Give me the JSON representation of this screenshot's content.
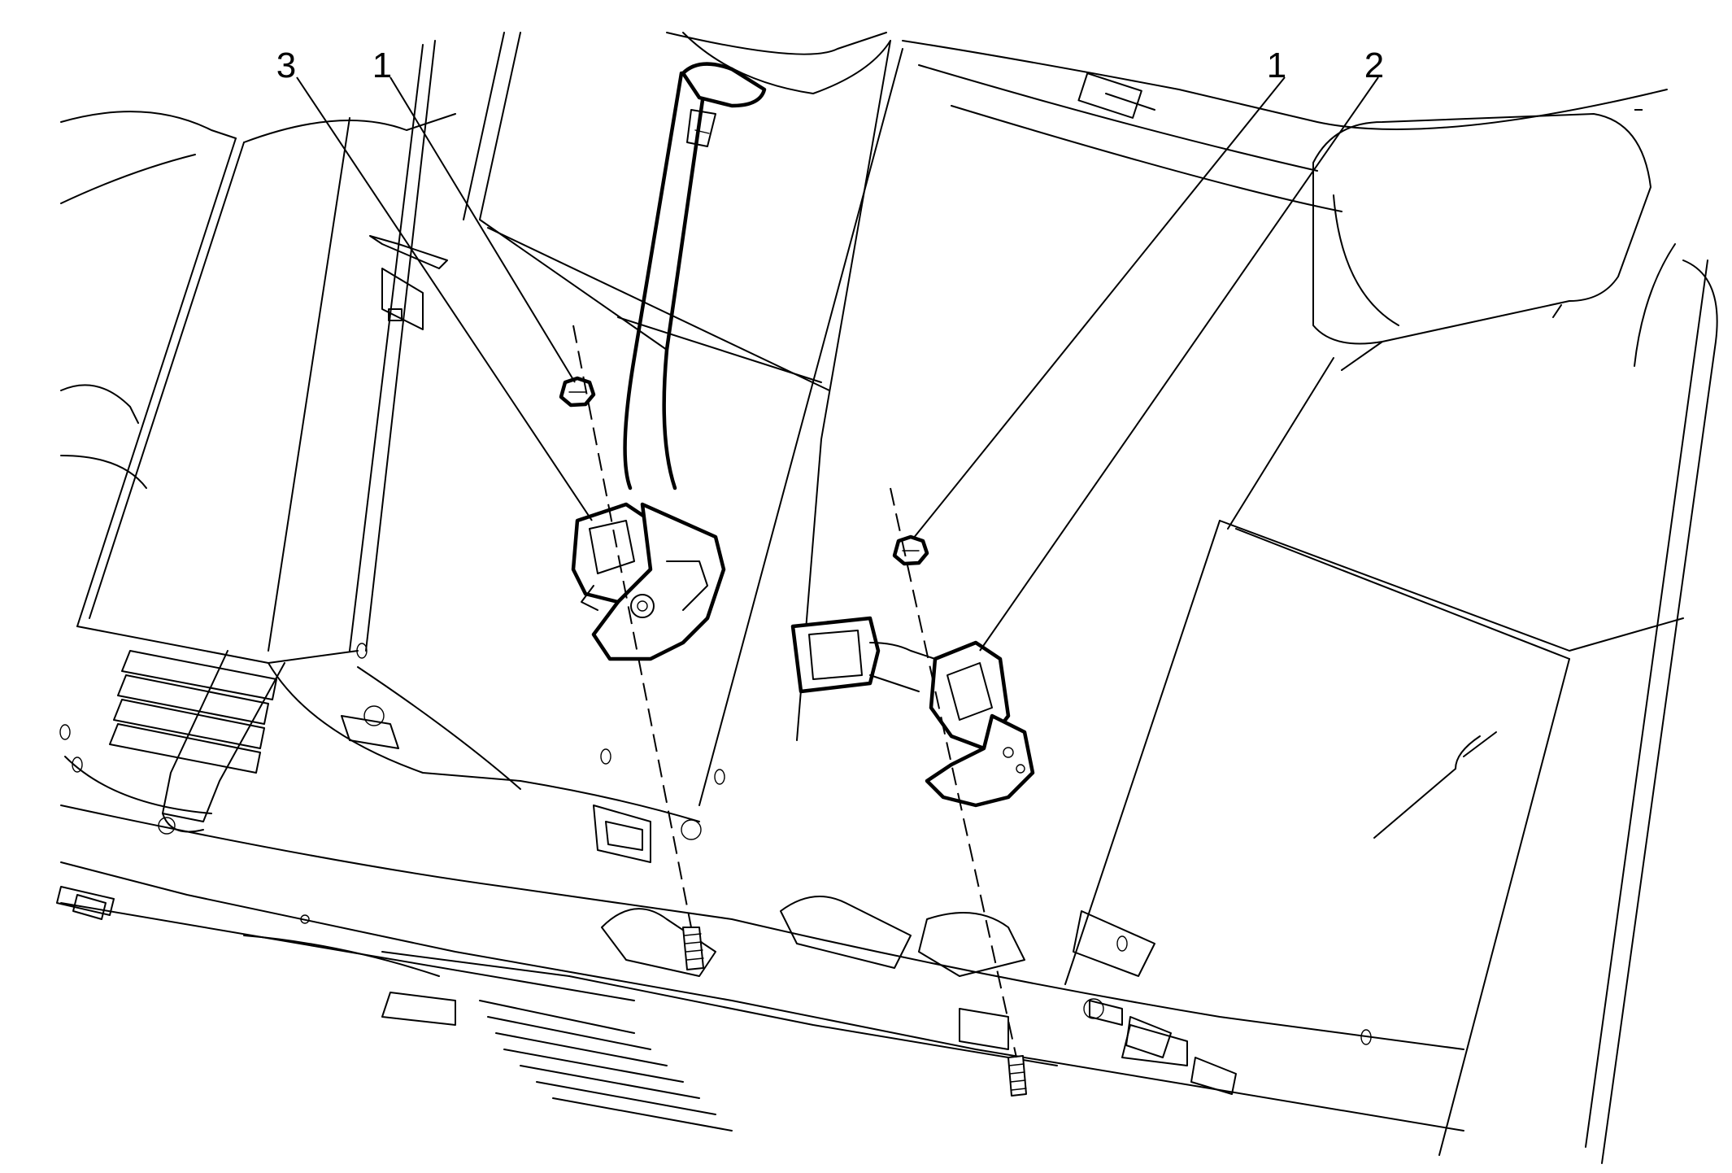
{
  "callouts": {
    "c3": "3",
    "c1_left": "1",
    "c1_right": "1",
    "c2": "2"
  }
}
